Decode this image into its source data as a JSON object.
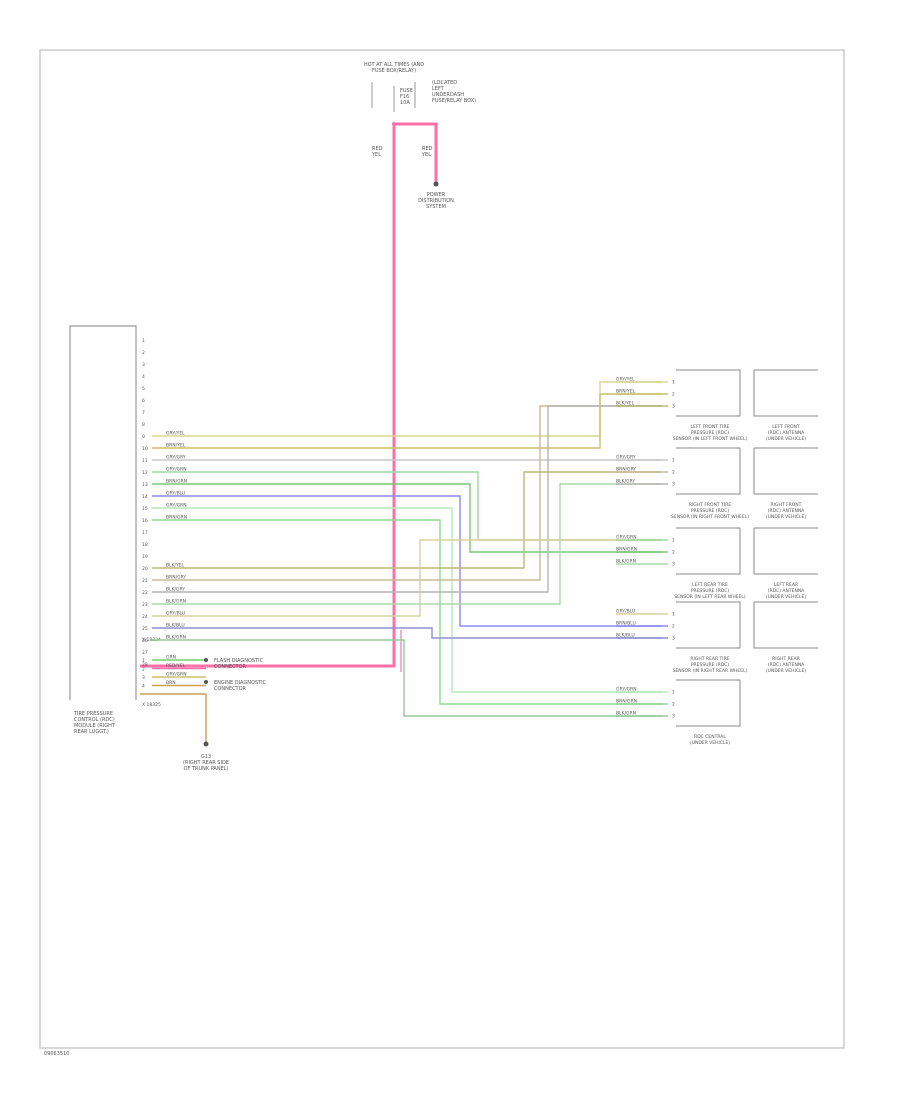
{
  "top_source": {
    "title_lines": [
      "HOT AT ALL TIMES (AND",
      "FUSE BOX/RELAY)"
    ],
    "fuse_label": [
      "FUSE",
      "F16",
      "10A"
    ],
    "location_lines": [
      "(LOCATED",
      "LEFT",
      "UNDERDASH",
      "FUSE/RELAY BOX)"
    ],
    "wire_left": [
      "RED",
      "YEL"
    ],
    "wire_right": [
      "RED",
      "YEL"
    ],
    "power_dist_lines": [
      "POWER",
      "DISTRIBUTION",
      "SYSTEM"
    ]
  },
  "module": {
    "label_lines": [
      "TIRE PRESSURE",
      "CONTROL (RDC)",
      "MODULE (RIGHT",
      "REAR LUGGT.)"
    ],
    "pins": [
      "1",
      "2",
      "3",
      "4",
      "5",
      "6",
      "7",
      "8",
      "9",
      "10",
      "11",
      "12",
      "13",
      "14",
      "15",
      "16",
      "17",
      "18",
      "19",
      "20",
      "21",
      "22",
      "23",
      "24",
      "25",
      "26",
      "27",
      "28"
    ],
    "connector_a": "X 18324",
    "connector_b": "X 18325",
    "lower_pins": [
      "1",
      "2",
      "3",
      "4"
    ]
  },
  "upper_wires": [
    {
      "label": "GRY/YEL",
      "color": "#d8d890"
    },
    {
      "label": "BRN/YEL",
      "color": "#c9c06a"
    },
    {
      "label": "GRY/GRY",
      "color": "#c8c8c8"
    },
    {
      "label": "GRY/GRN",
      "color": "#9fd89f"
    },
    {
      "label": "BRN/GRN",
      "color": "#78c878"
    },
    {
      "label": "GRY/BLU",
      "color": "#8a8af0"
    },
    {
      "label": "GRY/GRN",
      "color": "#b8e8b8"
    },
    {
      "label": "BRN/GRN",
      "color": "#90d890"
    }
  ],
  "lower_wires": [
    {
      "label": "BLK/YEL",
      "color": "#b8b87a"
    },
    {
      "label": "BRN/GRY",
      "color": "#c8b896"
    },
    {
      "label": "BLK/GRY",
      "color": "#b4b4b4"
    },
    {
      "label": "BLK/GRN",
      "color": "#a8d8a8"
    },
    {
      "label": "GRY/BLU",
      "color": "#d8d0a0"
    },
    {
      "label": "BLK/BLU",
      "color": "#9090d0"
    },
    {
      "label": "BLK/GRN",
      "color": "#98c898"
    }
  ],
  "power_wires": [
    {
      "label": "GRN",
      "color": "#70d070",
      "dest": [
        "FLASH DIAGNOSTIC",
        "CONNECTOR"
      ]
    },
    {
      "label": "RED/YEL",
      "color": "#ff6fa8",
      "dest": [
        "ENGINE DIAGNOSTIC",
        "CONNECTOR"
      ]
    },
    {
      "label": "GRY/GRN",
      "color": "#c8c070",
      "dest": []
    },
    {
      "label": "BRN",
      "color": "#c8a050",
      "dest": []
    }
  ],
  "ground": {
    "label": "G13",
    "lines": [
      "(RIGHT REAR SIDE",
      "OF TRUNK PANEL)"
    ]
  },
  "sensors": [
    {
      "wires": [
        {
          "label": "GRY/YEL",
          "pin": "1",
          "color": "#d8d890"
        },
        {
          "label": "BRN/YEL",
          "pin": "2",
          "color": "#c9c06a"
        },
        {
          "label": "BLK/YEL",
          "pin": "3",
          "color": "#b8b87a"
        }
      ],
      "label_lines": [
        "LEFT FRONT TIRE",
        "PRESSURE (RDC)",
        "SENSOR (IN LEFT FRONT WHEEL)"
      ],
      "antenna_lines": [
        "LEFT FRONT",
        "(RDC) ANTENNA",
        "(UNDER VEHICLE)"
      ]
    },
    {
      "wires": [
        {
          "label": "GRY/GRY",
          "pin": "1",
          "color": "#c8c8c8"
        },
        {
          "label": "BRN/GRY",
          "pin": "2",
          "color": "#c8b896"
        },
        {
          "label": "BLK/GRY",
          "pin": "3",
          "color": "#b4b4b4"
        }
      ],
      "label_lines": [
        "RIGHT FRONT TIRE",
        "PRESSURE (RDC)",
        "SENSOR (IN RIGHT FRONT WHEEL)"
      ],
      "antenna_lines": [
        "RIGHT FRONT",
        "(RDC) ANTENNA",
        "(UNDER VEHICLE)"
      ]
    },
    {
      "wires": [
        {
          "label": "GRY/GRN",
          "pin": "1",
          "color": "#9fd89f"
        },
        {
          "label": "BRN/GRN",
          "pin": "2",
          "color": "#78c878"
        },
        {
          "label": "BLK/GRN",
          "pin": "3",
          "color": "#a8d8a8"
        }
      ],
      "label_lines": [
        "LEFT REAR TIRE",
        "PRESSURE (RDC)",
        "SENSOR (IN LEFT REAR WHEEL)"
      ],
      "antenna_lines": [
        "LEFT REAR",
        "(RDC) ANTENNA",
        "(UNDER VEHICLE)"
      ]
    },
    {
      "wires": [
        {
          "label": "GRY/BLU",
          "pin": "1",
          "color": "#d8d0a0"
        },
        {
          "label": "BRN/BLU",
          "pin": "2",
          "color": "#8a8af0"
        },
        {
          "label": "BLK/BLU",
          "pin": "3",
          "color": "#9090d0"
        }
      ],
      "label_lines": [
        "RIGHT REAR TIRE",
        "PRESSURE (RDC)",
        "SENSOR (IN RIGHT REAR WHEEL)"
      ],
      "antenna_lines": [
        "RIGHT REAR",
        "(RDC) ANTENNA",
        "(UNDER VEHICLE)"
      ]
    },
    {
      "wires": [
        {
          "label": "GRY/GRN",
          "pin": "1",
          "color": "#b8e8b8"
        },
        {
          "label": "BRN/GRN",
          "pin": "2",
          "color": "#90d890"
        },
        {
          "label": "BLK/GRN",
          "pin": "3",
          "color": "#98c898"
        }
      ],
      "label_lines": [],
      "antenna_lines": [
        "RDC CENTRAL",
        "(UNDER VEHICLE)"
      ]
    }
  ],
  "footer_code": "09063510"
}
